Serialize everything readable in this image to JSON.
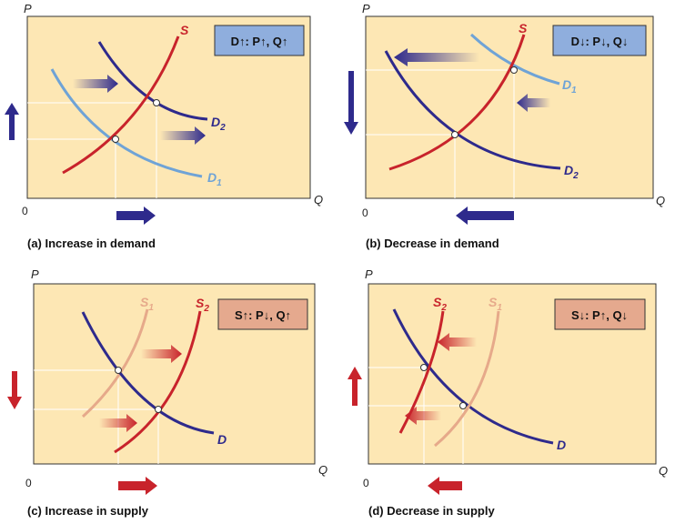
{
  "colors": {
    "panel_bg": "#fde7b4",
    "demand_dark": "#2e2a8c",
    "demand_light": "#6fa3d6",
    "supply_dark": "#c8232b",
    "supply_light": "#e6a98a",
    "badge_demand": "#8faedd",
    "badge_supply": "#e5a98e"
  },
  "axes": {
    "p": "P",
    "q": "Q",
    "origin": "0"
  },
  "panels": [
    {
      "caption": "(a) Increase in demand",
      "badge": "D↑: P↑, Q↑",
      "labels": {
        "s": "S",
        "d2": "D",
        "d2_sub": "2",
        "d1": "D",
        "d1_sub": "1"
      }
    },
    {
      "caption": "(b) Decrease in demand",
      "badge": "D↓: P↓, Q↓",
      "labels": {
        "s": "S",
        "d1": "D",
        "d1_sub": "1",
        "d2": "D",
        "d2_sub": "2"
      }
    },
    {
      "caption": "(c) Increase in supply",
      "badge": "S↑: P↓, Q↑",
      "labels": {
        "s1": "S",
        "s1_sub": "1",
        "s2": "S",
        "s2_sub": "2",
        "d": "D"
      }
    },
    {
      "caption": "(d) Decrease in supply",
      "badge": "S↓: P↑, Q↓",
      "labels": {
        "s2": "S",
        "s2_sub": "2",
        "s1": "S",
        "s1_sub": "1",
        "d": "D"
      }
    }
  ]
}
